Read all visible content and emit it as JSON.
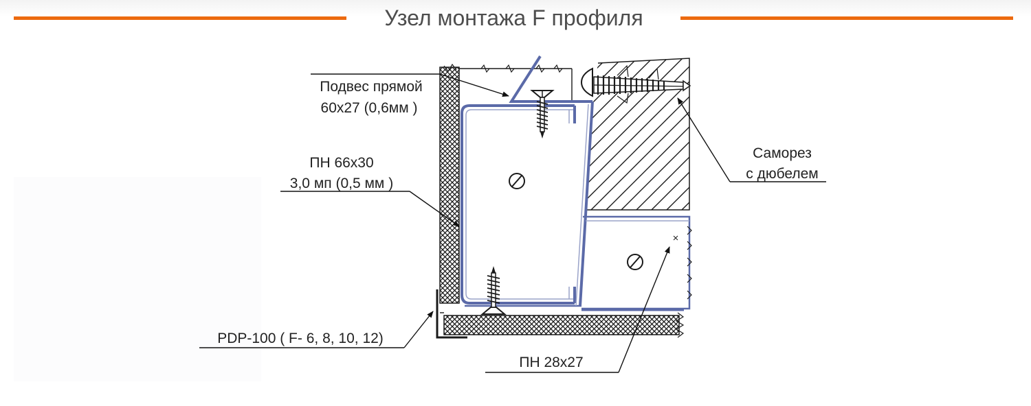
{
  "header": {
    "title": "Узел монтажа F профиля"
  },
  "theme": {
    "accent": "#ec6a0f",
    "profile": "#5b6aa8",
    "line": "#1a1a1a"
  },
  "labels": {
    "hanger_line1": "Подвес прямой",
    "hanger_line2": "60x27 (0,6мм )",
    "pn_line1": "ПН 66x30",
    "pn_line2": "3,0 мп (0,5 мм )",
    "pdp": "PDP-100 ( F- 6, 8, 10, 12)",
    "screw_line1": "Саморез",
    "screw_line2": "с дюбелем",
    "pn_small": "ПН 28x27"
  }
}
